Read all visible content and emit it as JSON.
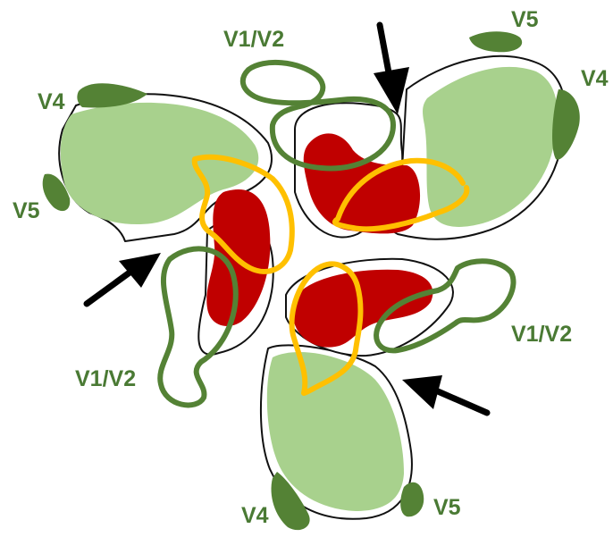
{
  "labels": {
    "v1v2_top": "V1/V2",
    "v1v2_right": "V1/V2",
    "v1v2_left": "V1/V2",
    "v4_topleft": "V4",
    "v4_topright": "V4",
    "v4_bottom": "V4",
    "v5_left": "V5",
    "v5_topright": "V5",
    "v5_bottom": "V5"
  },
  "colors": {
    "light_green": "#a8d18d",
    "dark_green": "#548235",
    "label_green": "#4a7a34",
    "red": "#c00000",
    "gold": "#ffc000",
    "arrow": "#000000"
  },
  "icons": [
    "arrow-icon",
    "arrow-icon",
    "arrow-icon"
  ]
}
